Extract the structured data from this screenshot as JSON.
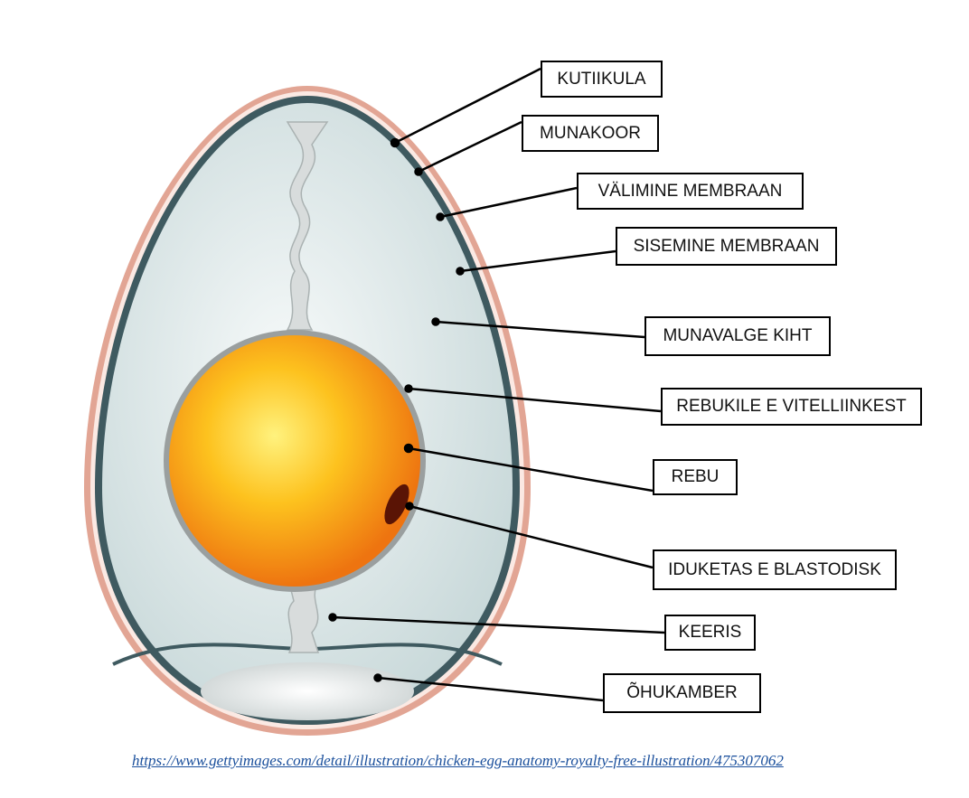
{
  "labels": {
    "kutiikula": "KUTIIKULA",
    "munakoor": "MUNAKOOR",
    "valimine_membraan": "VÄLIMINE MEMBRAAN",
    "sisemine_membraan": "SISEMINE MEMBRAAN",
    "munavalge_kiht": "MUNAVALGE KIHT",
    "rebukile": "REBUKILE E VITELLIINKEST",
    "rebu": "REBU",
    "iduketas": "IDUKETAS E BLASTODISK",
    "keeris": "KEERIS",
    "ohukamber": "ÕHUKAMBER"
  },
  "source_link": "https://www.gettyimages.com/detail/illustration/chicken-egg-anatomy-royalty-free-illustration/475307062",
  "colors": {
    "shell": "#e2a594",
    "membrane": "#3f5a60",
    "albumen": "#e6eeee",
    "yolk_outer": "#f07f10",
    "yolk_inner": "#fff07a"
  }
}
